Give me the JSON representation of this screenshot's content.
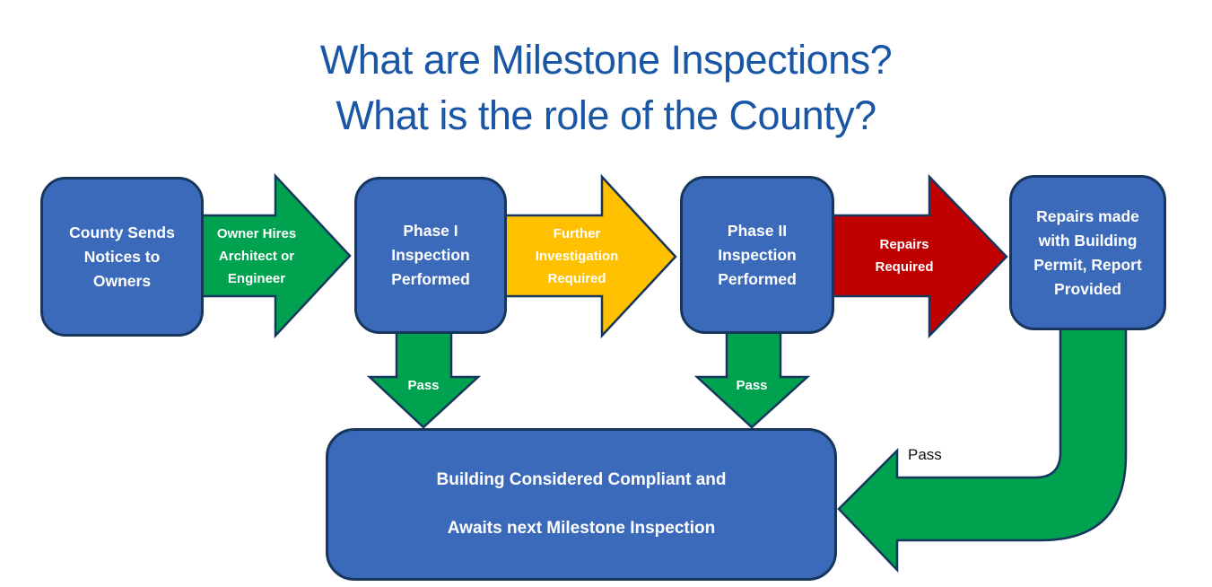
{
  "title": {
    "line1": "What are Milestone Inspections?",
    "line2": "What is the role of the County?"
  },
  "colors": {
    "background": "#FFFFFF",
    "title_text": "#1956A6",
    "box_fill": "#3B6ABB",
    "shape_border": "#17365D",
    "box_text": "#FFFFFF",
    "green": "#00A24F",
    "yellow": "#FFC000",
    "red": "#C00000",
    "pass_text": "#FFFFFF",
    "return_pass_text": "#111111"
  },
  "flow": {
    "boxes": [
      {
        "name": "county-sends-notices",
        "lines": [
          "County Sends",
          "Notices to",
          "Owners"
        ]
      },
      {
        "name": "phase-1-inspection",
        "lines": [
          "Phase I",
          "Inspection",
          "Performed"
        ]
      },
      {
        "name": "phase-2-inspection",
        "lines": [
          "Phase II",
          "Inspection",
          "Performed"
        ]
      },
      {
        "name": "repairs-made",
        "lines": [
          "Repairs made",
          "with Building",
          "Permit, Report",
          "Provided"
        ]
      }
    ],
    "arrows": [
      {
        "name": "owner-hires-arrow",
        "color": "#00A24F",
        "lines": [
          "Owner Hires",
          "Architect or",
          "Engineer"
        ]
      },
      {
        "name": "further-investigation-arrow",
        "color": "#FFC000",
        "lines": [
          "Further",
          "Investigation",
          "Required"
        ]
      },
      {
        "name": "repairs-required-arrow",
        "color": "#C00000",
        "lines": [
          "Repairs",
          "Required"
        ]
      }
    ],
    "down_arrows": [
      {
        "name": "phase1-pass-arrow",
        "color": "#00A24F",
        "label": "Pass"
      },
      {
        "name": "phase2-pass-arrow",
        "color": "#00A24F",
        "label": "Pass"
      }
    ],
    "return_arrow": {
      "name": "repairs-pass-return-arrow",
      "color": "#00A24F",
      "label": "Pass"
    },
    "bottom_box": {
      "name": "building-compliant",
      "lines": [
        "Building Considered Compliant and",
        "Awaits next Milestone Inspection"
      ]
    }
  }
}
